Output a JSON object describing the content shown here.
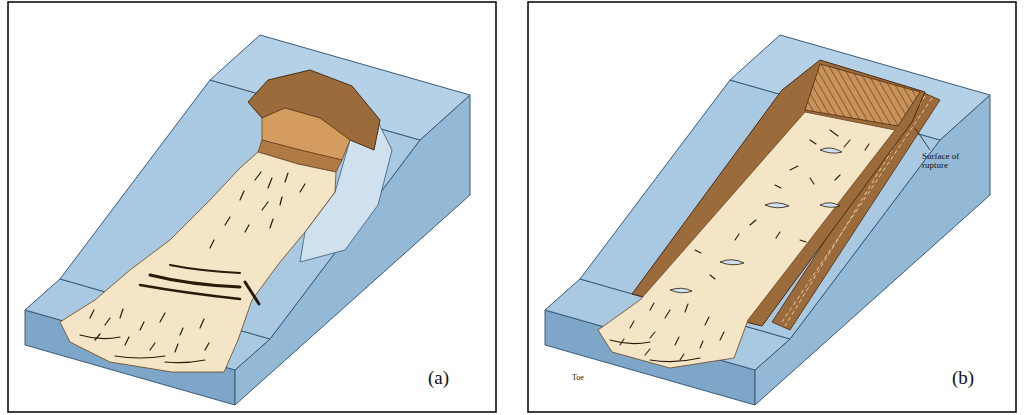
{
  "diagram": {
    "labels": [
      "(a)",
      "(b)",
      "Surface of rupture",
      "Toe"
    ]
  }
}
